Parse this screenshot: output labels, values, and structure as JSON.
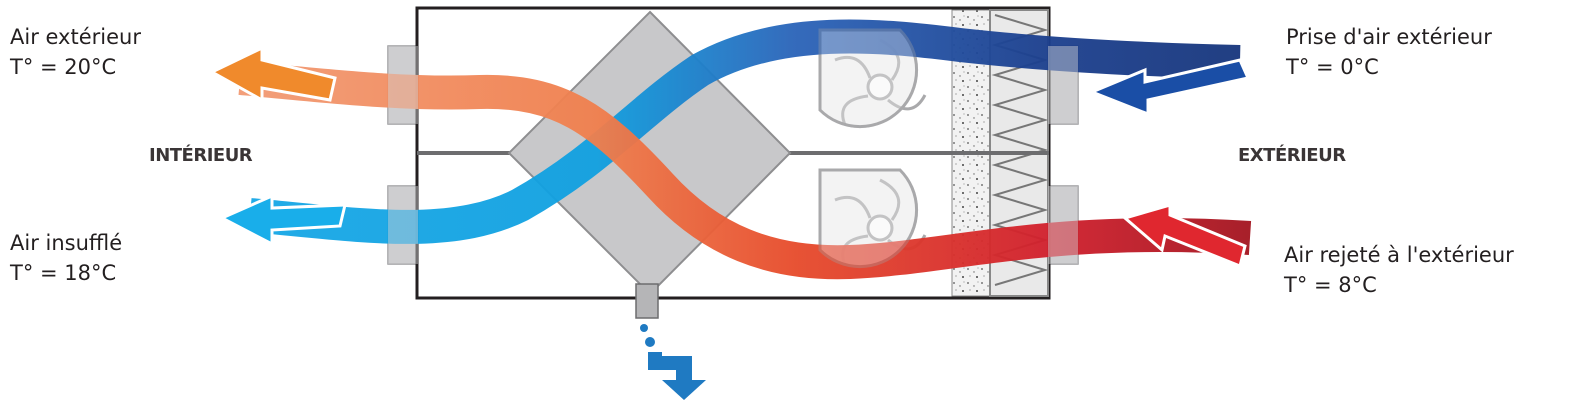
{
  "labels": {
    "outdoor_exhaust": {
      "name": "Air extérieur",
      "temp": "T° = 20°C"
    },
    "supply_air": {
      "name": "Air insufflé",
      "temp": "T° = 18°C"
    },
    "outdoor_intake": {
      "name": "Prise d'air extérieur",
      "temp": "T° = 0°C"
    },
    "rejected_air": {
      "name": "Air rejeté à l'extérieur",
      "temp": "T° = 8°C"
    }
  },
  "sides": {
    "interior": "INTÉRIEUR",
    "exterior": "EXTÉRIEUR"
  },
  "colors": {
    "cold_dark": "#153a86",
    "cold_light": "#1aa3e4",
    "warm_orange": "#f07f4d",
    "warm_red": "#c8202f",
    "exchanger": "#c8c8ca",
    "frame": "#231f20",
    "drain": "#1f7ac2"
  }
}
